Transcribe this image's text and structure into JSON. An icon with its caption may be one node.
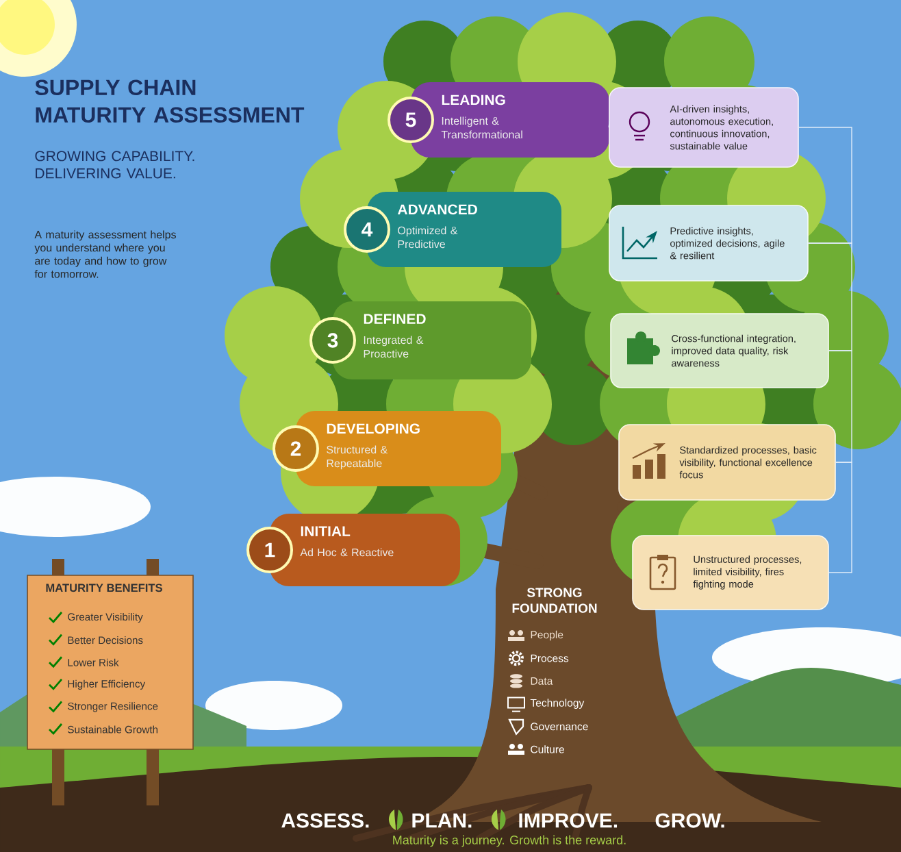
{
  "diagram": {
    "title": "SUPPLY CHAIN MATURITY ASSESSMENT",
    "nodes": [
      {
        "text": [
          "5",
          "LEADING",
          "Intelligent & Transformational"
        ]
      },
      {
        "text": [
          "AI-driven insights, autonomous execution, continuous innovation, sustainable value"
        ]
      },
      {
        "text": [
          "4",
          "ADVANCED",
          "Optimized & Predictive"
        ]
      },
      {
        "text": [
          "Predictive insights, optimized decisions, agile & resilient"
        ]
      },
      {
        "text": [
          "3",
          "DEFINED",
          "Integrated & Proactive"
        ]
      },
      {
        "text": [
          "Cross-functional integration, improved data quality, risk awareness"
        ]
      },
      {
        "text": [
          "2",
          "DEVELOPING",
          "Structured & Repeatable"
        ]
      },
      {
        "text": [
          "Standardized processes, basic visibility, functional excellence focus"
        ]
      },
      {
        "text": [
          "1",
          "INITIAL",
          "Ad Hoc & Reactive"
        ]
      },
      {
        "text": [
          "Unstructured processes, limited visibility, fires fighting mode"
        ]
      },
      {
        "text": [
          "MATURITY BENEFITS",
          "Greater Visibility",
          "Better Decisions",
          "Lower Risk",
          "Higher Efficiency",
          "Stronger Resilience",
          "Sustainable Growth"
        ]
      }
    ],
    "edges": [
      {
        "from": 0,
        "to": 1,
        "arrow": "none"
      },
      {
        "from": 1,
        "to": 3,
        "arrow": "none"
      },
      {
        "from": 3,
        "to": 5,
        "arrow": "none"
      },
      {
        "from": 5,
        "to": 7,
        "arrow": "none"
      },
      {
        "from": 7,
        "to": 9,
        "arrow": "none"
      }
    ],
    "labels": [
      "GROWING CAPABILITY. DELIVERING VALUE.",
      "A maturity assessment helps you understand where you are today and how to grow for tomorrow.",
      "STRONG FOUNDATION",
      "People",
      "Process",
      "Data",
      "Technology",
      "Governance",
      "Culture",
      "ASSESS.",
      "PLAN.",
      "IMPROVE.",
      "GROW.",
      "Maturity is a journey. Growth is the reward."
    ]
  }
}
